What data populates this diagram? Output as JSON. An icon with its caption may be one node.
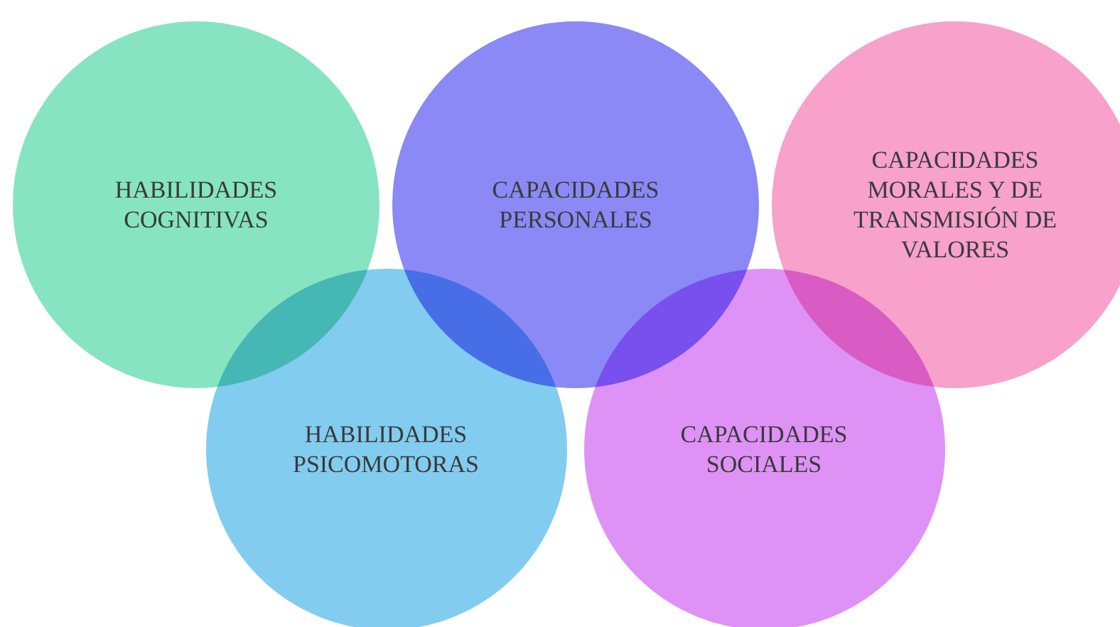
{
  "diagram": {
    "nodes": [
      {
        "text": [
          "HABILIDADES COGNITIVAS"
        ]
      },
      {
        "text": [
          "CAPACIDADES PERSONALES"
        ]
      },
      {
        "text": [
          "CAPACIDADES MORALES Y DE TRANSMISIÓN DE VALORES"
        ]
      },
      {
        "text": [
          "HABILIDADES PSICOMOTORAS"
        ]
      },
      {
        "text": [
          "CAPACIDADES SOCIALES"
        ]
      }
    ]
  }
}
